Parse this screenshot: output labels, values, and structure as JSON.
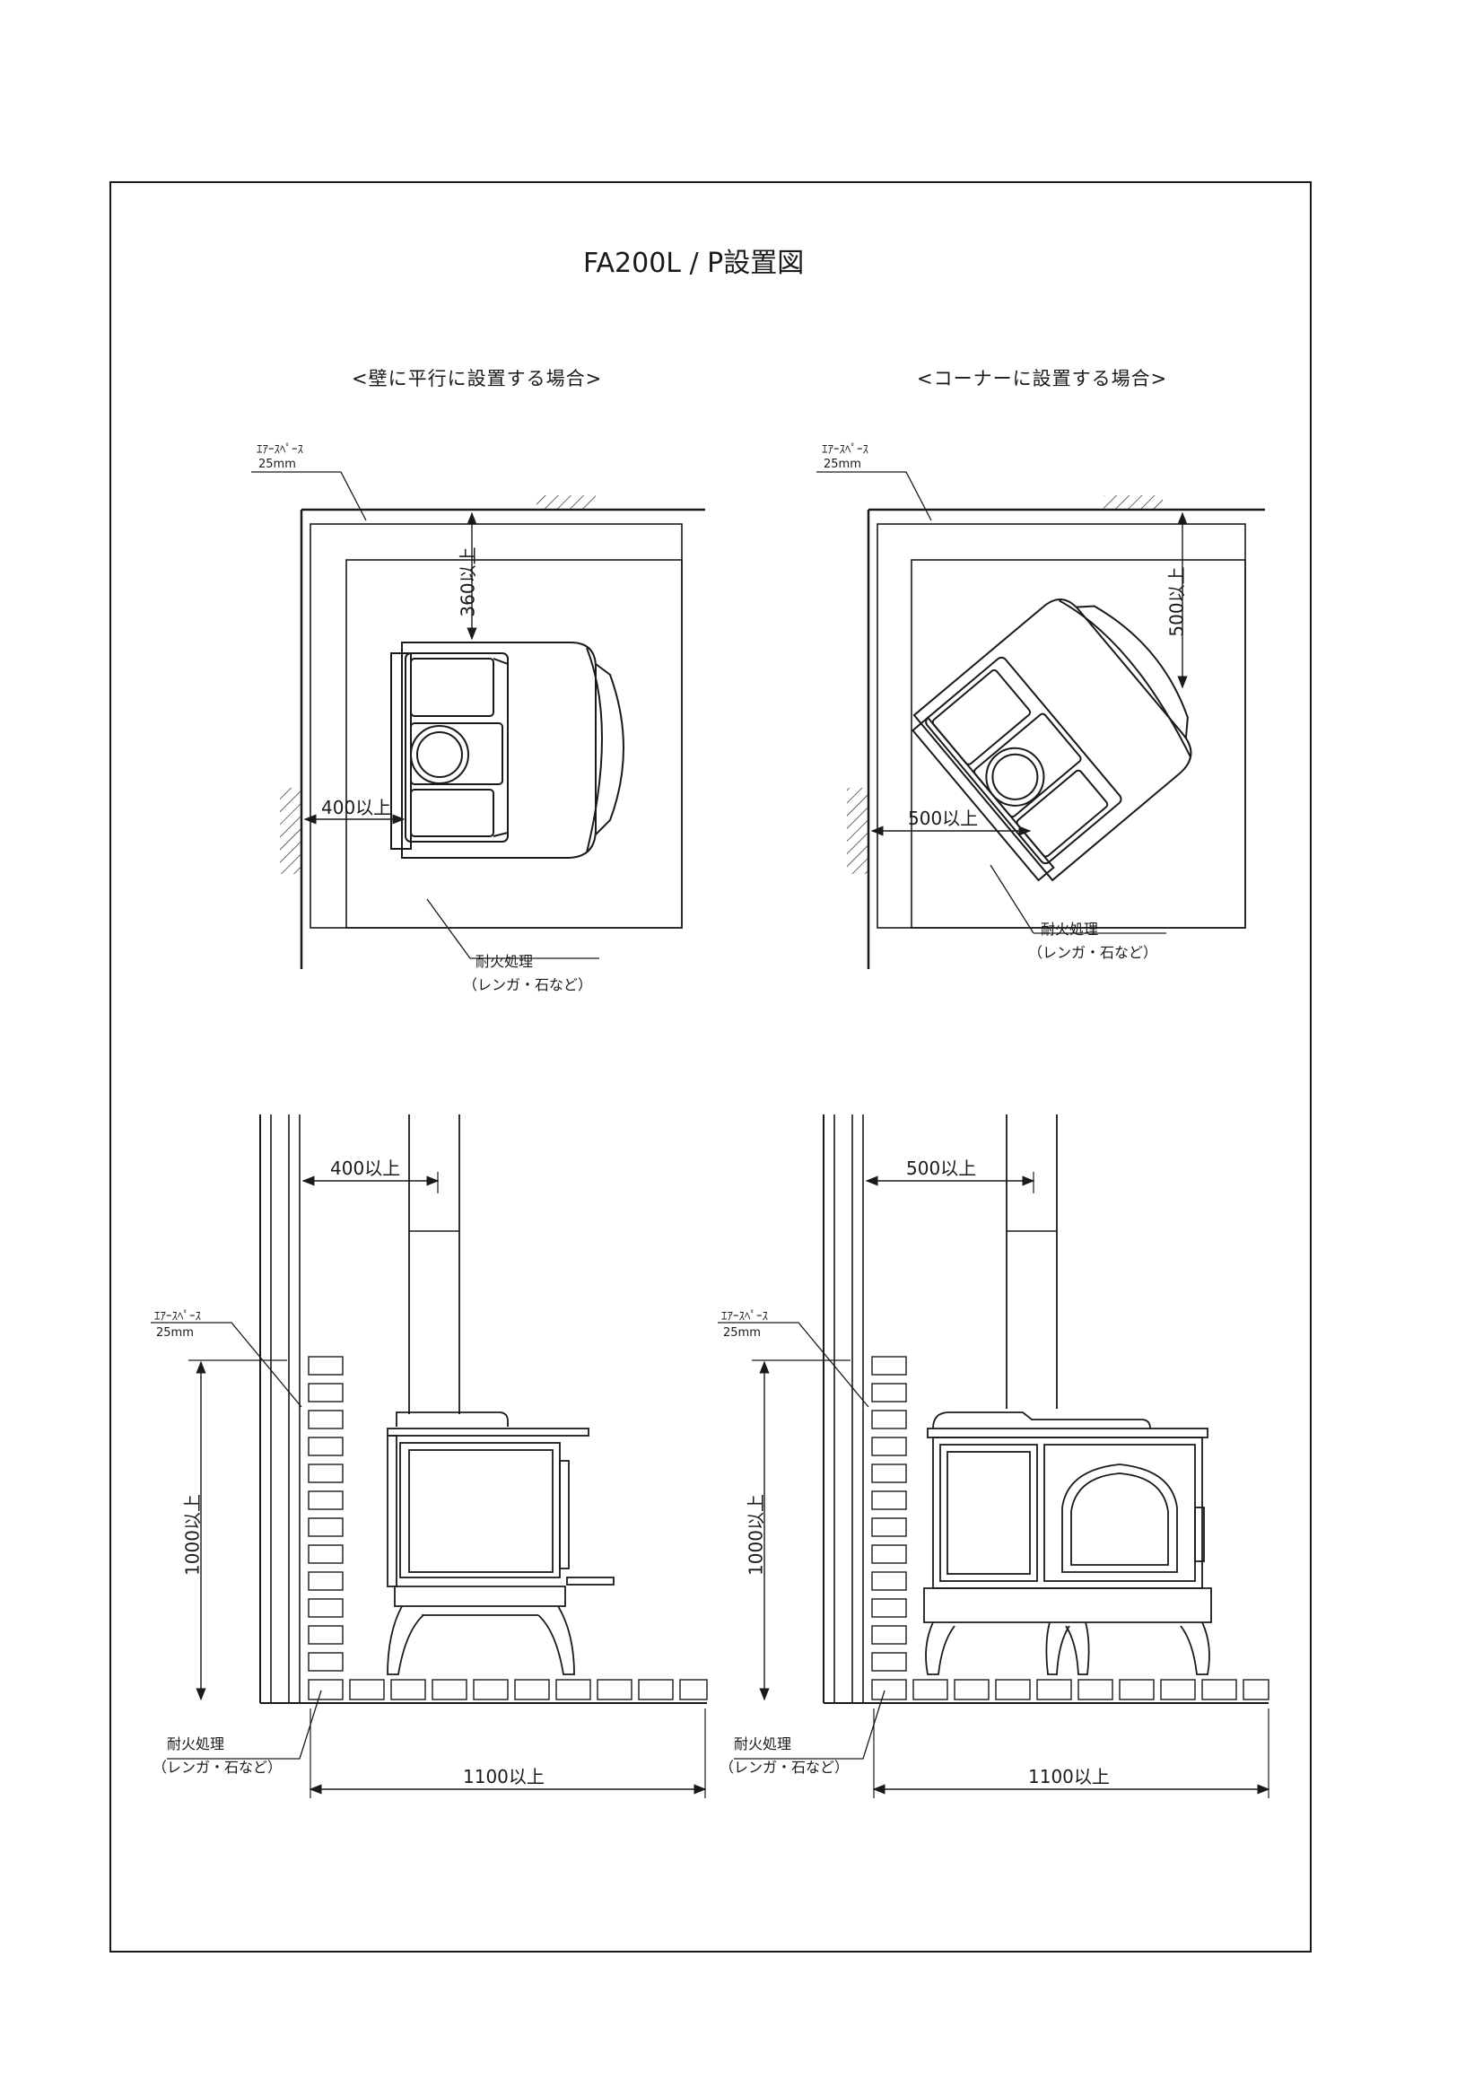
{
  "title": "FA200L / P設置図",
  "sections": {
    "parallel": {
      "heading": "<壁に平行に設置する場合>",
      "air_space_label": "ｴｱｰｽﾍﾟｰｽ",
      "air_space_value": "25mm",
      "clearance_back": "360以上",
      "clearance_side": "400以上",
      "fireproof_label": "耐火処理",
      "fireproof_note": "（レンガ・石など）"
    },
    "corner": {
      "heading": "<コーナーに設置する場合>",
      "air_space_label": "ｴｱｰｽﾍﾟｰｽ",
      "air_space_value": "25mm",
      "clearance_back": "500以上",
      "clearance_side": "500以上",
      "fireproof_label": "耐火処理",
      "fireproof_note": "（レンガ・石など）"
    },
    "side_view": {
      "clearance_pipe": "400以上",
      "air_space_label": "ｴｱｰｽﾍﾟｰｽ",
      "air_space_value": "25mm",
      "height": "1000以上",
      "width": "1100以上",
      "fireproof_label": "耐火処理",
      "fireproof_note": "（レンガ・石など）"
    },
    "front_view": {
      "clearance_pipe": "500以上",
      "air_space_label": "ｴｱｰｽﾍﾟｰｽ",
      "air_space_value": "25mm",
      "height": "1000以上",
      "width": "1100以上",
      "fireproof_label": "耐火処理",
      "fireproof_note": "（レンガ・石など）"
    }
  }
}
